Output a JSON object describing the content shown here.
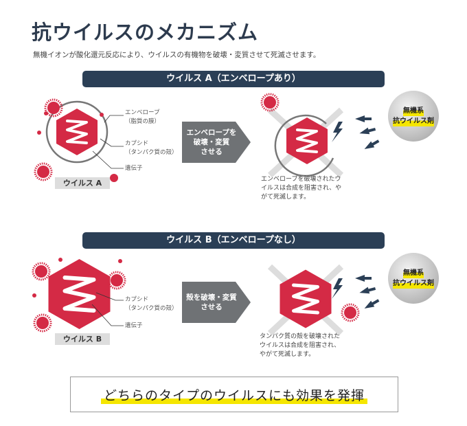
{
  "title": "抗ウイルスのメカニズム",
  "subtitle": "無機イオンが酸化還元反応により、ウイルスの有機物を破壊・変質させて死滅させます。",
  "section_a": {
    "banner": "ウイルス A（エンベロープあり）",
    "labels": {
      "envelope": "エンベロープ",
      "envelope_sub": "（脂質の膜）",
      "capsid": "カプシド",
      "capsid_sub": "（タンパク質の殻）",
      "gene": "遺伝子"
    },
    "virus_name": "ウイルス A",
    "action": "エンベロープを\n破壊・変質\nさせる",
    "result": "エンベロープを破壊されたウ\nイルスは合成を阻害され、や\nがて死滅します。",
    "agent_line1": "無機系",
    "agent_line2": "抗ウイルス剤"
  },
  "section_b": {
    "banner": "ウイルス B（エンベロープなし）",
    "labels": {
      "capsid": "カプシド",
      "capsid_sub": "（タンパク質の殻）",
      "gene": "遺伝子"
    },
    "virus_name": "ウイルス B",
    "action": "殻を破壊・変質\nさせる",
    "result": "タンパク質の殻を破壊された\nウイルスは合成を阻害され、\nやがて死滅します。",
    "agent_line1": "無機系",
    "agent_line2": "抗ウイルス剤"
  },
  "conclusion": "どちらのタイプのウイルスにも効果を発揮",
  "colors": {
    "navy": "#2b3f56",
    "virus_red": "#d42a45",
    "highlight": "#f5e600",
    "arrow_gray": "#6f7275"
  }
}
